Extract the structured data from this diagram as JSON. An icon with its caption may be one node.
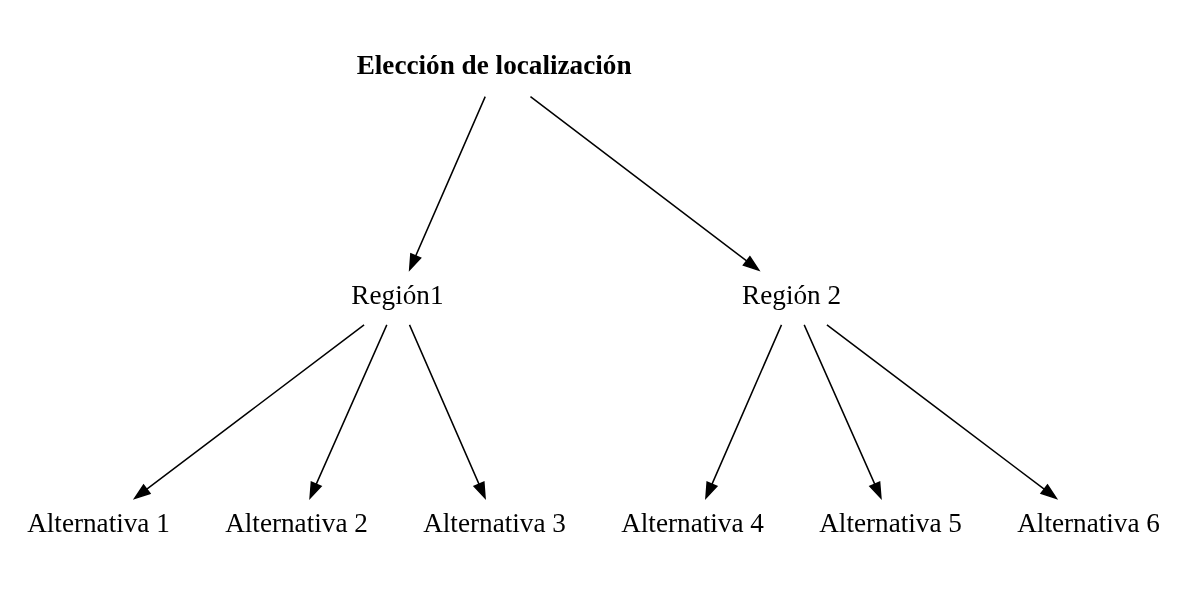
{
  "diagram": {
    "nodes": [
      {
        "text": [
          "Elección de localización"
        ]
      },
      {
        "text": [
          "Región1"
        ]
      },
      {
        "text": [
          "Región 2"
        ]
      },
      {
        "text": [
          "Alternativa 1"
        ]
      },
      {
        "text": [
          "Alternativa 2"
        ]
      },
      {
        "text": [
          "Alternativa 3"
        ]
      },
      {
        "text": [
          "Alternativa 4"
        ]
      },
      {
        "text": [
          "Alternativa 5"
        ]
      },
      {
        "text": [
          "Alternativa 6"
        ]
      }
    ],
    "edges": [
      {
        "from": 0,
        "to": 1,
        "arrow": "to"
      },
      {
        "from": 0,
        "to": 2,
        "arrow": "to"
      },
      {
        "from": 1,
        "to": 3,
        "arrow": "to"
      },
      {
        "from": 1,
        "to": 4,
        "arrow": "to"
      },
      {
        "from": 1,
        "to": 5,
        "arrow": "to"
      },
      {
        "from": 2,
        "to": 6,
        "arrow": "to"
      },
      {
        "from": 2,
        "to": 7,
        "arrow": "to"
      },
      {
        "from": 2,
        "to": 8,
        "arrow": "to"
      }
    ]
  }
}
